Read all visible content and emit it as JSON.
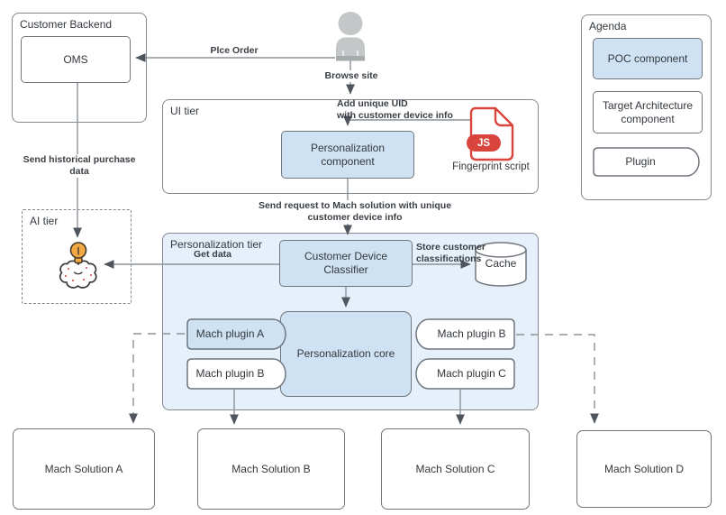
{
  "colors": {
    "node_blue": "#cfe2f4",
    "tier_bg": "#e6f0fa",
    "shape_border": "#6f767e",
    "container_border": "#82888f",
    "line_gray": "#8b9298",
    "arrow_dark": "#4e555c",
    "script_red": "#d9453c",
    "bulb_amber": "#f2a944",
    "person_gray": "#c4c7c7",
    "text_dark": "#33383d"
  },
  "containers": {
    "customer_backend": "Customer Backend",
    "ui_tier": "UI tier",
    "ai_tier": "AI tier",
    "personalization_tier": "Personalization tier",
    "agenda": "Agenda"
  },
  "nodes": {
    "oms": "OMS",
    "personalization_component": "Personalization component",
    "js_badge": "JS",
    "fingerprint_script": "Fingerprint script",
    "customer_device_classifier": "Customer Device Classifier",
    "cache": "Cache",
    "personalization_core": "Personalization core",
    "mach_plugin_a": "Mach plugin A",
    "mach_plugin_b_left": "Mach plugin B",
    "mach_plugin_b_right": "Mach plugin B",
    "mach_plugin_c": "Mach plugin C"
  },
  "solutions": [
    {
      "label": "Mach Solution A"
    },
    {
      "label": "Mach Solution B"
    },
    {
      "label": "Mach Solution C"
    },
    {
      "label": "Mach Solution D"
    }
  ],
  "agenda_items": {
    "poc": "POC component",
    "target": "Target Architecture component",
    "plugin": "Plugin"
  },
  "edge_labels": {
    "place_order": "Plce Order",
    "browse_site": "Browse site",
    "add_uid_line1": "Add unique UID",
    "add_uid_line2": "with customer device info",
    "send_historical": "Send historical purchase data",
    "send_request": "Send request to Mach solution with unique customer device info",
    "get_data": "Get data",
    "store_line1": "Store customer",
    "store_line2": "classifications"
  }
}
